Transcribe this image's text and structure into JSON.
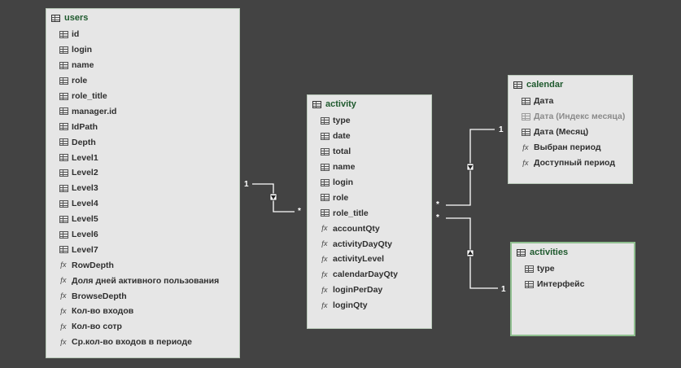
{
  "tables": {
    "users": {
      "name": "users",
      "fields": [
        {
          "label": "id",
          "kind": "column"
        },
        {
          "label": "login",
          "kind": "column"
        },
        {
          "label": "name",
          "kind": "column"
        },
        {
          "label": "role",
          "kind": "column"
        },
        {
          "label": "role_title",
          "kind": "column"
        },
        {
          "label": "manager.id",
          "kind": "column"
        },
        {
          "label": "IdPath",
          "kind": "column"
        },
        {
          "label": "Depth",
          "kind": "column"
        },
        {
          "label": "Level1",
          "kind": "column"
        },
        {
          "label": "Level2",
          "kind": "column"
        },
        {
          "label": "Level3",
          "kind": "column"
        },
        {
          "label": "Level4",
          "kind": "column"
        },
        {
          "label": "Level5",
          "kind": "column"
        },
        {
          "label": "Level6",
          "kind": "column"
        },
        {
          "label": "Level7",
          "kind": "column"
        },
        {
          "label": "RowDepth",
          "kind": "measure"
        },
        {
          "label": "Доля дней активного пользования",
          "kind": "measure"
        },
        {
          "label": "BrowseDepth",
          "kind": "measure"
        },
        {
          "label": "Кол-во входов",
          "kind": "measure"
        },
        {
          "label": "Кол-во сотр",
          "kind": "measure"
        },
        {
          "label": "Ср.кол-во входов в периоде",
          "kind": "measure"
        }
      ]
    },
    "activity": {
      "name": "activity",
      "fields": [
        {
          "label": "type",
          "kind": "column"
        },
        {
          "label": "date",
          "kind": "column"
        },
        {
          "label": "total",
          "kind": "column"
        },
        {
          "label": "name",
          "kind": "column"
        },
        {
          "label": "login",
          "kind": "column"
        },
        {
          "label": "role",
          "kind": "column"
        },
        {
          "label": "role_title",
          "kind": "column"
        },
        {
          "label": "accountQty",
          "kind": "measure"
        },
        {
          "label": "activityDayQty",
          "kind": "measure"
        },
        {
          "label": "activityLevel",
          "kind": "measure"
        },
        {
          "label": "calendarDayQty",
          "kind": "measure"
        },
        {
          "label": "loginPerDay",
          "kind": "measure"
        },
        {
          "label": "loginQty",
          "kind": "measure"
        }
      ]
    },
    "calendar": {
      "name": "calendar",
      "fields": [
        {
          "label": "Дата",
          "kind": "column"
        },
        {
          "label": "Дата (Индекс месяца)",
          "kind": "column",
          "dim": true
        },
        {
          "label": "Дата (Месяц)",
          "kind": "column"
        },
        {
          "label": "Выбран период",
          "kind": "measure"
        },
        {
          "label": "Доступный период",
          "kind": "measure"
        }
      ]
    },
    "activities": {
      "name": "activities",
      "fields": [
        {
          "label": "type",
          "kind": "column"
        },
        {
          "label": "Интерфейс",
          "kind": "column"
        }
      ]
    }
  },
  "relationships": [
    {
      "from": "users",
      "to": "activity",
      "from_card": "1",
      "to_card": "*"
    },
    {
      "from": "calendar",
      "to": "activity",
      "from_card": "1",
      "to_card": "*"
    },
    {
      "from": "activities",
      "to": "activity",
      "from_card": "1",
      "to_card": "*"
    }
  ],
  "colors": {
    "background": "#434343",
    "table_fill": "#e6e6e6",
    "table_title": "#1f5a2e",
    "selected_border": "#8fbf8f",
    "connector": "#ffffff"
  }
}
